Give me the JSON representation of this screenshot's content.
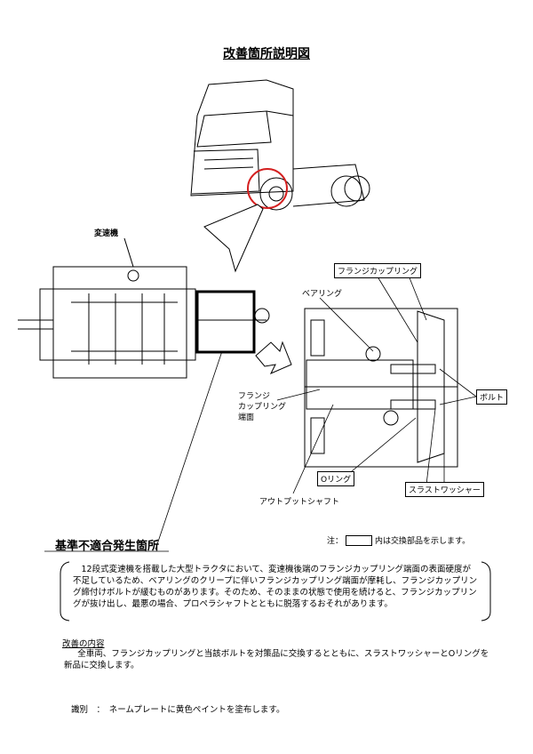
{
  "title": "改善箇所説明図",
  "labels": {
    "transmission": "変速機",
    "flange_coupling": "フランジカップリング",
    "bearing": "ベアリング",
    "bolt": "ボルト",
    "flange_face": [
      "フランジ",
      "カップリング",
      "端面"
    ],
    "o_ring": "Oリング",
    "thrust_washer": "スラストワッシャー",
    "output_shaft": "アウトプットシャフト"
  },
  "defect_heading": "基準不適合発生箇所",
  "note": {
    "prefix": "注：",
    "suffix": "内は交換部品を示します。"
  },
  "description": "12段式変速機を搭載した大型トラクタにおいて、変速機後端のフランジカップリング端面の表面硬度が不足しているため、ベアリングのクリープに伴いフランジカップリング端面が摩耗し、フランジカップリング締付けボルトが緩むものがあります。そのため、そのままの状態で使用を続けると、フランジカップリングが抜け出し、最悪の場合、プロペラシャフトとともに脱落するおそれがあります。",
  "improvement": {
    "heading": "改善の内容",
    "text": "全車両、フランジカップリングと当該ボルトを対策品に交換するとともに、スラストワッシャーとOリングを新品に交換します。"
  },
  "identification": "識別　：　ネームプレートに黄色ペイントを塗布します。",
  "colors": {
    "highlight_circle": "#d42020"
  }
}
